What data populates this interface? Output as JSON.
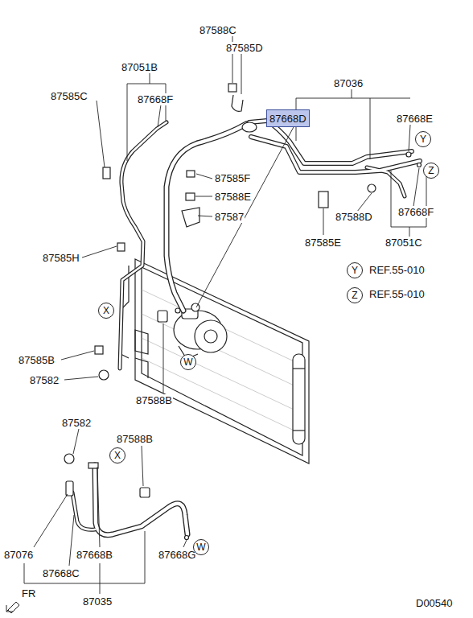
{
  "diagram": {
    "nodes": [
      {
        "text": [
          "87668D"
        ]
      },
      {
        "text": [
          "Y"
        ]
      },
      {
        "text": [
          "Z"
        ]
      },
      {
        "text": [
          "Y"
        ]
      },
      {
        "text": [
          "X"
        ]
      },
      {
        "text": [
          "Z"
        ]
      },
      {
        "text": [
          "W"
        ]
      },
      {
        "text": [
          "X"
        ]
      },
      {
        "text": [
          "W"
        ]
      }
    ],
    "labels": [
      "87588C",
      "87585D",
      "87051B",
      "87668F",
      "87585C",
      "87036",
      "87668E",
      "87585F",
      "87588E",
      "87587",
      "87588D",
      "87668F",
      "87585E",
      "87051C",
      "87585H",
      "REF.55-010",
      "REF.55-010",
      "87585B",
      "87582",
      "87588B",
      "87582",
      "87588B",
      "87076",
      "87668B",
      "87668C",
      "87668G",
      "87035",
      "FR",
      "D00540"
    ]
  }
}
